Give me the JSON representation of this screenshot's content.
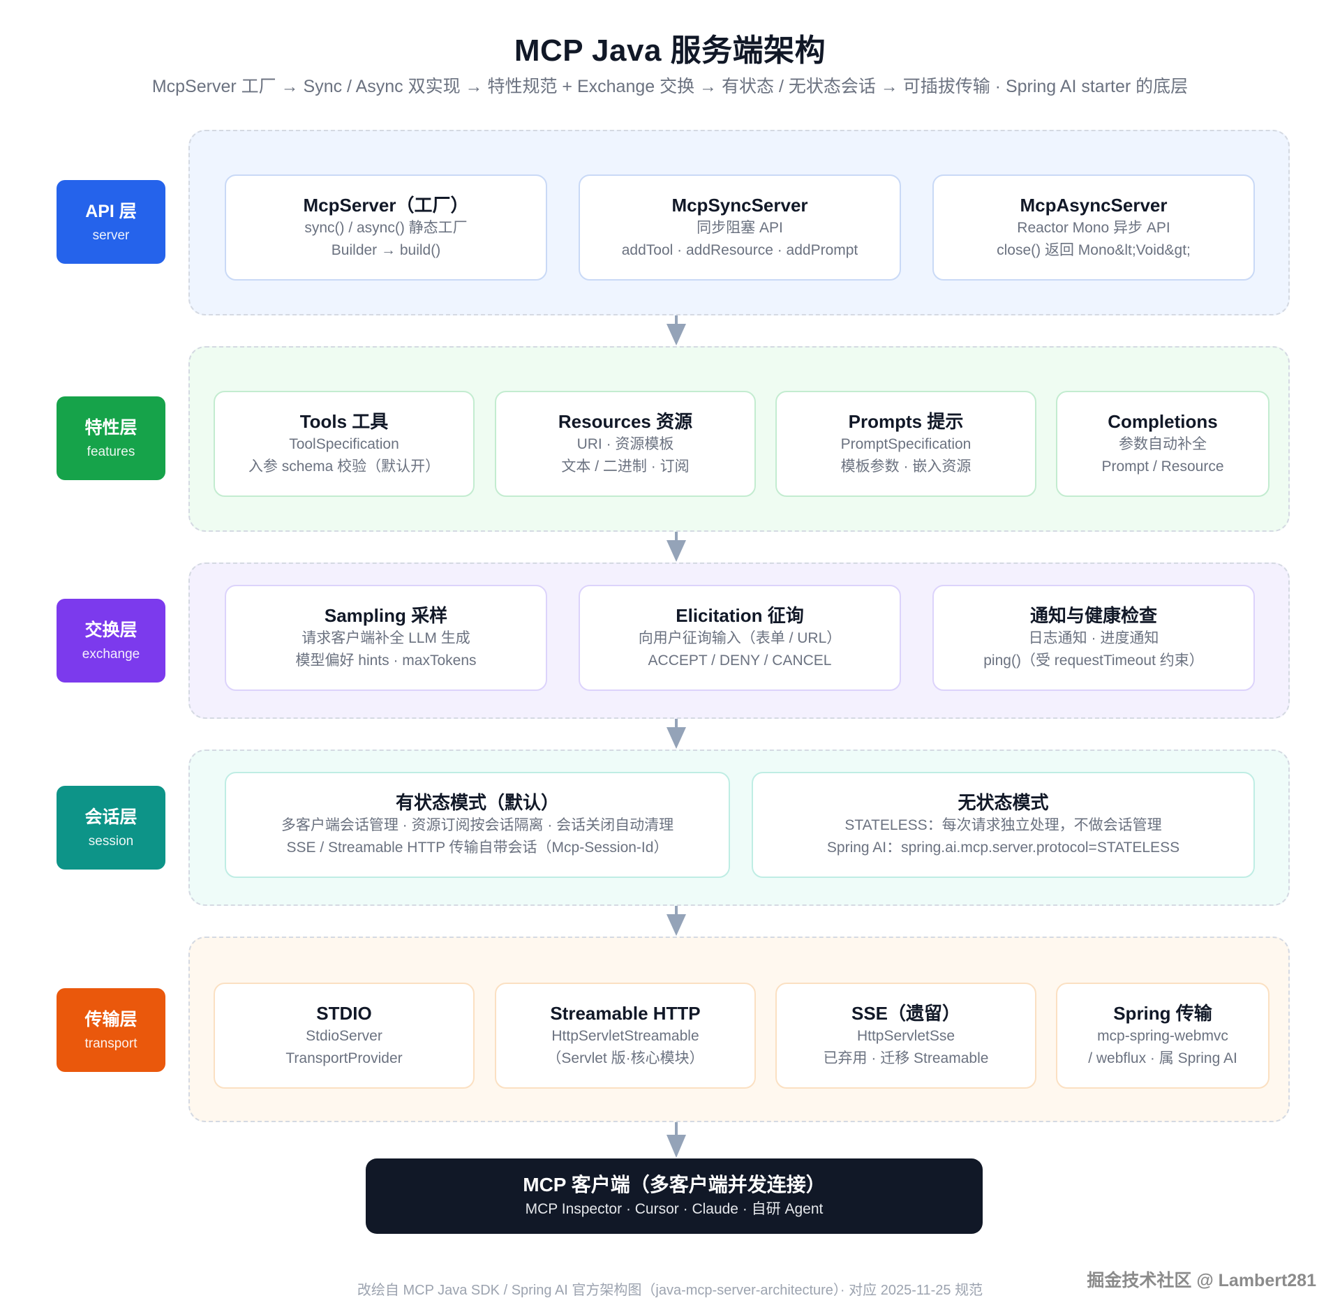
{
  "header": {
    "title": "MCP Java 服务端架构",
    "subtitle": "McpServer 工厂 → Sync / Async 双实现 → 特性规范 + Exchange 交换 → 有状态 / 无状态会话 → 可插拔传输 · Spring AI starter 的底层"
  },
  "colors": {
    "api": "#2563eb",
    "features": "#16a34a",
    "exchange": "#7c3aed",
    "session": "#0d9488",
    "transport": "#ea580c",
    "client": "#111827",
    "arrow": "#94a3b8"
  },
  "layers": {
    "api": {
      "name": "API 层",
      "en": "server",
      "cards": [
        {
          "title": "McpServer（工厂）",
          "lines": [
            "sync() / async() 静态工厂",
            "Builder → build()"
          ]
        },
        {
          "title": "McpSyncServer",
          "lines": [
            "同步阻塞 API",
            "addTool · addResource · addPrompt"
          ]
        },
        {
          "title": "McpAsyncServer",
          "lines": [
            "Reactor Mono 异步 API",
            "close() 返回 Mono&lt;Void&gt;"
          ]
        }
      ]
    },
    "features": {
      "name": "特性层",
      "en": "features",
      "cards": [
        {
          "title": "Tools 工具",
          "lines": [
            "ToolSpecification",
            "入参 schema 校验（默认开）"
          ]
        },
        {
          "title": "Resources 资源",
          "lines": [
            "URI · 资源模板",
            "文本 / 二进制 · 订阅"
          ]
        },
        {
          "title": "Prompts 提示",
          "lines": [
            "PromptSpecification",
            "模板参数 · 嵌入资源"
          ]
        },
        {
          "title": "Completions",
          "lines": [
            "参数自动补全",
            "Prompt / Resource"
          ]
        }
      ]
    },
    "exchange": {
      "name": "交换层",
      "en": "exchange",
      "cards": [
        {
          "title": "Sampling 采样",
          "lines": [
            "请求客户端补全 LLM 生成",
            "模型偏好 hints · maxTokens"
          ]
        },
        {
          "title": "Elicitation 征询",
          "lines": [
            "向用户征询输入（表单 / URL）",
            "ACCEPT / DENY / CANCEL"
          ]
        },
        {
          "title": "通知与健康检查",
          "lines": [
            "日志通知 · 进度通知",
            "ping()（受 requestTimeout 约束）"
          ]
        }
      ]
    },
    "session": {
      "name": "会话层",
      "en": "session",
      "cards": [
        {
          "title": "有状态模式（默认）",
          "lines": [
            "多客户端会话管理 · 资源订阅按会话隔离 · 会话关闭自动清理",
            "SSE / Streamable HTTP 传输自带会话（Mcp-Session-Id）"
          ]
        },
        {
          "title": "无状态模式",
          "lines": [
            "STATELESS：每次请求独立处理，不做会话管理",
            "Spring AI：spring.ai.mcp.server.protocol=STATELESS"
          ]
        }
      ]
    },
    "transport": {
      "name": "传输层",
      "en": "transport",
      "cards": [
        {
          "title": "STDIO",
          "lines": [
            "StdioServer",
            "TransportProvider"
          ]
        },
        {
          "title": "Streamable HTTP",
          "lines": [
            "HttpServletStreamable",
            "（Servlet 版·核心模块）"
          ]
        },
        {
          "title": "SSE（遗留）",
          "lines": [
            "HttpServletSse",
            "已弃用 · 迁移 Streamable"
          ]
        },
        {
          "title": "Spring 传输",
          "lines": [
            "mcp-spring-webmvc",
            "/ webflux · 属 Spring AI"
          ]
        }
      ]
    }
  },
  "client": {
    "title": "MCP 客户端（多客户端并发连接）",
    "subtitle": "MCP Inspector · Cursor · Claude · 自研 Agent"
  },
  "footer": "改绘自 MCP Java SDK / Spring AI 官方架构图（java-mcp-server-architecture）· 对应 2025-11-25 规范",
  "watermark": "掘金技术社区 @ Lambert281"
}
